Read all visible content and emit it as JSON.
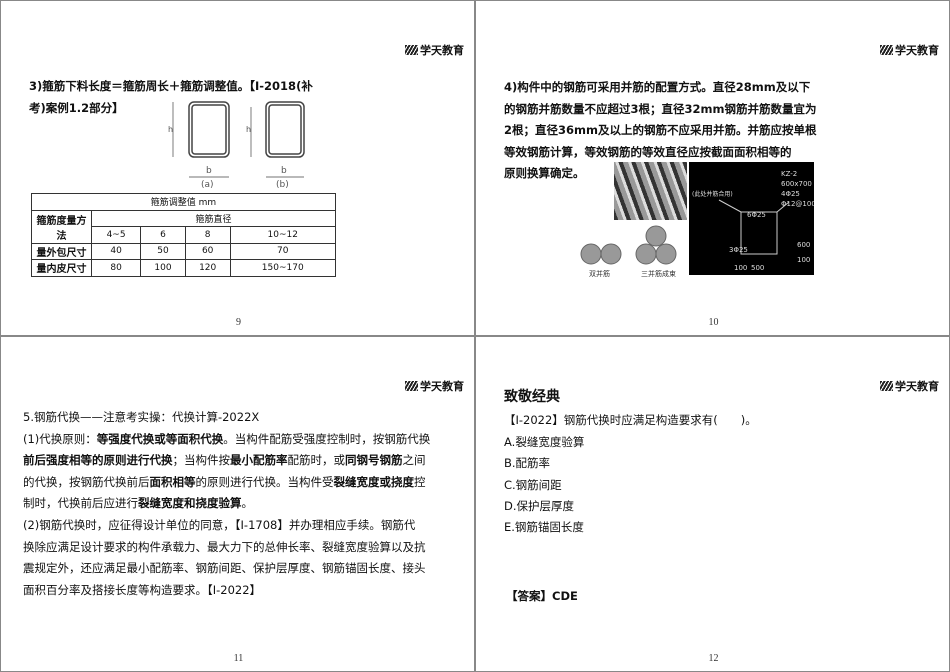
{
  "logo": "学天教育",
  "s9": {
    "page": "9",
    "lines": [
      "3)箍筋下料长度＝箍筋周长＋箍筋调整值。【Ⅰ-2018(补",
      "考)案例1.2部分】"
    ],
    "fig": {
      "h": "h",
      "b": "b",
      "a_cap": "(a)",
      "b_cap": "(b)"
    },
    "table": {
      "title": "箍筋调整值 mm",
      "col0": "箍筋度量方法",
      "diam": "箍筋直径",
      "cols": [
        "4~5",
        "6",
        "8",
        "10~12"
      ],
      "rows": [
        {
          "label": "量外包尺寸",
          "values": [
            "40",
            "50",
            "60",
            "70"
          ]
        },
        {
          "label": "量内皮尺寸",
          "values": [
            "80",
            "100",
            "120",
            "150~170"
          ]
        }
      ]
    }
  },
  "s10": {
    "page": "10",
    "lines": [
      "4)构件中的钢筋可采用并筋的配置方式。直径28mm及以下",
      "的钢筋并筋数量不应超过3根；直径32mm钢筋并筋数量宜为",
      "2根；直径36mm及以上的钢筋不应采用并筋。并筋应按单根",
      "等效钢筋计算，等效钢筋的等效直径应按截面面积相等的",
      "原则换算确定。"
    ],
    "captions": {
      "double": "双并筋",
      "triple": "三并筋成束"
    },
    "cad": {
      "kz": "KZ-2",
      "size": "600x700",
      "rebar": "4Φ25",
      "stirrup": "Φ12@100",
      "top": "6Φ25",
      "side": "3Φ25",
      "note": "(此处并筋合用)",
      "d1": "100",
      "d2": "500",
      "d3": "600",
      "d4": "100"
    }
  },
  "s11": {
    "page": "11",
    "lines": [
      [
        {
          "t": "5.钢筋代换——注意考实操：代换计算-2022X",
          "b": false
        }
      ],
      [
        {
          "t": "(1)代换原则：",
          "b": false
        },
        {
          "t": "等强度代换或等面积代换",
          "b": true
        },
        {
          "t": "。当构件配筋受强度控制时，按钢筋代换",
          "b": false
        }
      ],
      [
        {
          "t": "前后强度相等的原则进行代换",
          "b": true
        },
        {
          "t": "；当构件按",
          "b": false
        },
        {
          "t": "最小配筋率",
          "b": true
        },
        {
          "t": "配筋时，或",
          "b": false
        },
        {
          "t": "同钢号钢筋",
          "b": true
        },
        {
          "t": "之间",
          "b": false
        }
      ],
      [
        {
          "t": "的代换，按钢筋代换前后",
          "b": false
        },
        {
          "t": "面积相等",
          "b": true
        },
        {
          "t": "的原则进行代换。当构件受",
          "b": false
        },
        {
          "t": "裂缝宽度或挠度",
          "b": true
        },
        {
          "t": "控",
          "b": false
        }
      ],
      [
        {
          "t": "制时，代换前后应进行",
          "b": false
        },
        {
          "t": "裂缝宽度和挠度验算",
          "b": true
        },
        {
          "t": "。",
          "b": false
        }
      ],
      [
        {
          "t": "(2)钢筋代换时，应征得设计单位的同意，【Ⅰ-1708】并办理相应手续。钢筋代",
          "b": false
        }
      ],
      [
        {
          "t": "换除应满足设计要求的构件承载力、最大力下的总伸长率、裂缝宽度验算以及抗",
          "b": false
        }
      ],
      [
        {
          "t": "震规定外，还应满足最小配筋率、钢筋间距、保护层厚度、钢筋锚固长度、接头",
          "b": false
        }
      ],
      [
        {
          "t": "面积百分率及搭接长度等构造要求。【Ⅰ-2022】",
          "b": false
        }
      ]
    ]
  },
  "s12": {
    "page": "12",
    "title": "致敬经典",
    "question": "【Ⅰ-2022】钢筋代换时应满足构造要求有(　　)。",
    "options": [
      "A.裂缝宽度验算",
      "B.配筋率",
      "C.钢筋间距",
      "D.保护层厚度",
      "E.钢筋锚固长度"
    ],
    "answer": "【答案】CDE"
  }
}
